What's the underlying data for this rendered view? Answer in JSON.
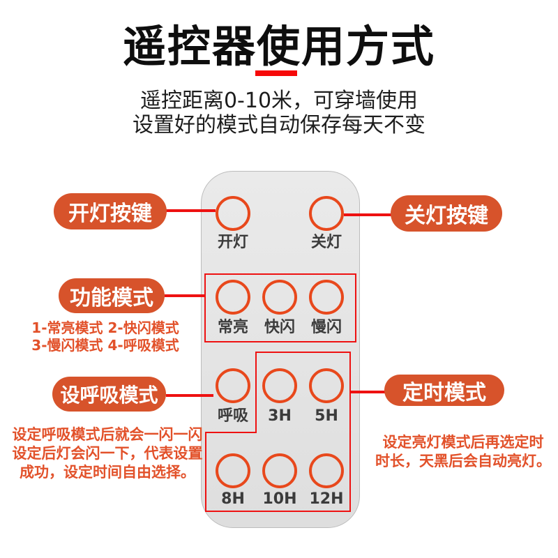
{
  "header": {
    "title": "遥控器使用方式",
    "subtitle_line1": "遥控距离0-10米，可穿墙使用",
    "subtitle_line2": "设置好的模式自动保存每天不变"
  },
  "remote": {
    "buttons": {
      "power_on": "开灯",
      "power_off": "关灯",
      "steady": "常亮",
      "fast_flash": "快闪",
      "slow_flash": "慢闪",
      "breathe": "呼吸",
      "h3": "3H",
      "h5": "5H",
      "h8": "8H",
      "h10": "10H",
      "h12": "12H"
    }
  },
  "callouts": {
    "power_on": "开灯按键",
    "power_off": "关灯按键",
    "function_mode": "功能模式",
    "breathe_mode": "设呼吸模式",
    "timer_mode": "定时模式"
  },
  "notes": {
    "function_line1": "1-常亮模式 2-快闪模式",
    "function_line2": "3-慢闪模式 4-呼吸模式",
    "breathe_line1": "设定呼吸模式后就会一闪一闪",
    "breathe_line2": "设定后灯会闪一下，代表设置",
    "breathe_line3": "成功，设定时间自由选择。",
    "timer_line1": "设定亮灯模式后再选定时",
    "timer_line2": "时长，天黑后会自动亮灯。"
  },
  "colors": {
    "pill_background": "#d7532b",
    "annotation_red": "#ee1111",
    "button_ring": "#e8481c",
    "note_text": "#e2512a",
    "title_underline": "#f60909",
    "remote_body": "#e4e4e4"
  }
}
